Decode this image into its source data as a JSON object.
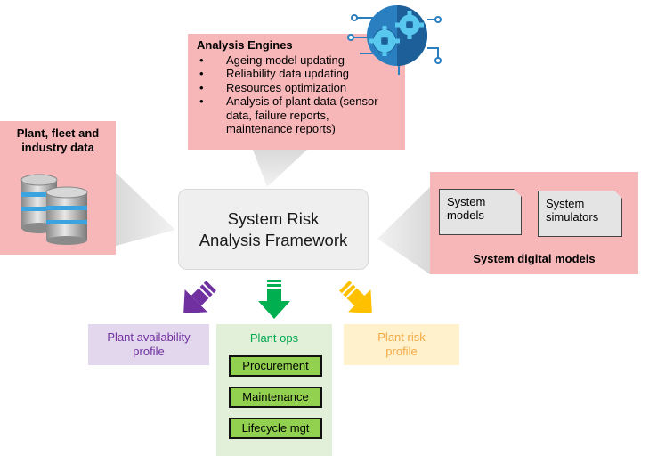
{
  "analysis_engines": {
    "title": "Analysis Engines",
    "items": [
      "Ageing model updating",
      "Reliability data updating",
      "Resources optimization",
      "Analysis of plant data (sensor data, failure reports, maintenance reports)"
    ],
    "icon": "gears-icon"
  },
  "plant_data": {
    "title": "Plant, fleet and\nindustry data",
    "icon": "database-icon"
  },
  "framework": {
    "title": "System Risk\nAnalysis Framework"
  },
  "digital_models": {
    "title": "System digital models",
    "docs": [
      "System\nmodels",
      "System\nsimulators"
    ]
  },
  "outputs": {
    "availability": "Plant availability\nprofile",
    "ops": {
      "title": "Plant ops",
      "items": [
        "Procurement",
        "Maintenance",
        "Lifecycle mgt"
      ]
    },
    "risk": "Plant risk\nprofile"
  },
  "colors": {
    "box_fill": "#f7b7b9",
    "availability": "#7030a0",
    "ops": "#00a84f",
    "risk": "#f4a942"
  }
}
